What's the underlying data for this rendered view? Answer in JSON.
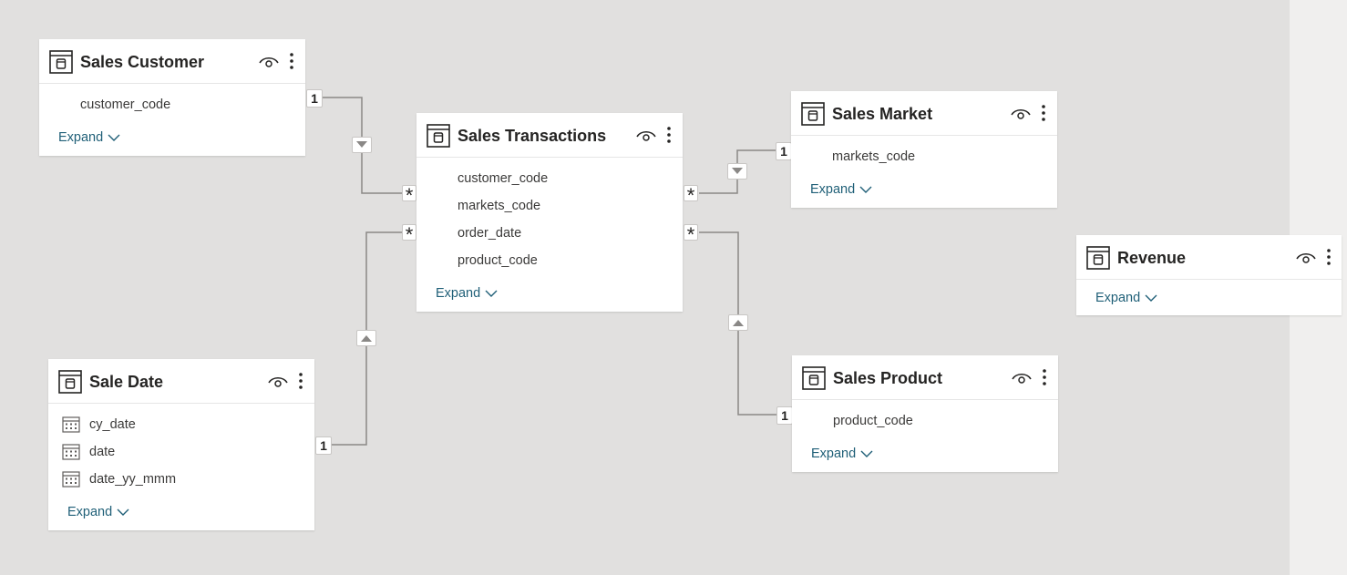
{
  "tables": [
    {
      "id": "sales_customer",
      "title": "Sales Customer",
      "fields": [
        {
          "name": "customer_code",
          "icon": "none"
        }
      ],
      "expand_label": "Expand"
    },
    {
      "id": "sales_transactions",
      "title": "Sales Transactions",
      "fields": [
        {
          "name": "customer_code",
          "icon": "none"
        },
        {
          "name": "markets_code",
          "icon": "none"
        },
        {
          "name": "order_date",
          "icon": "none"
        },
        {
          "name": "product_code",
          "icon": "none"
        }
      ],
      "expand_label": "Expand"
    },
    {
      "id": "sales_market",
      "title": "Sales Market",
      "fields": [
        {
          "name": "markets_code",
          "icon": "none"
        }
      ],
      "expand_label": "Expand"
    },
    {
      "id": "revenue",
      "title": "Revenue",
      "fields": [],
      "expand_label": "Expand"
    },
    {
      "id": "sale_date",
      "title": "Sale Date",
      "fields": [
        {
          "name": "cy_date",
          "icon": "calendar-icon"
        },
        {
          "name": "date",
          "icon": "calendar-icon"
        },
        {
          "name": "date_yy_mmm",
          "icon": "calendar-icon"
        }
      ],
      "expand_label": "Expand"
    },
    {
      "id": "sales_product",
      "title": "Sales Product",
      "fields": [
        {
          "name": "product_code",
          "icon": "none"
        }
      ],
      "expand_label": "Expand"
    }
  ],
  "relationships": [
    {
      "from": "sales_customer",
      "to": "sales_transactions",
      "one_label": "1",
      "many_label": "*",
      "filter_direction": "down"
    },
    {
      "from": "sales_market",
      "to": "sales_transactions",
      "one_label": "1",
      "many_label": "*",
      "filter_direction": "down"
    },
    {
      "from": "sale_date",
      "to": "sales_transactions",
      "one_label": "1",
      "many_label": "*",
      "filter_direction": "up"
    },
    {
      "from": "sales_product",
      "to": "sales_transactions",
      "one_label": "1",
      "many_label": "*",
      "filter_direction": "up"
    }
  ],
  "colors": {
    "canvas": "#e1e0df",
    "card": "#ffffff",
    "expand_link": "#1f5f77",
    "line": "#8a8886"
  }
}
